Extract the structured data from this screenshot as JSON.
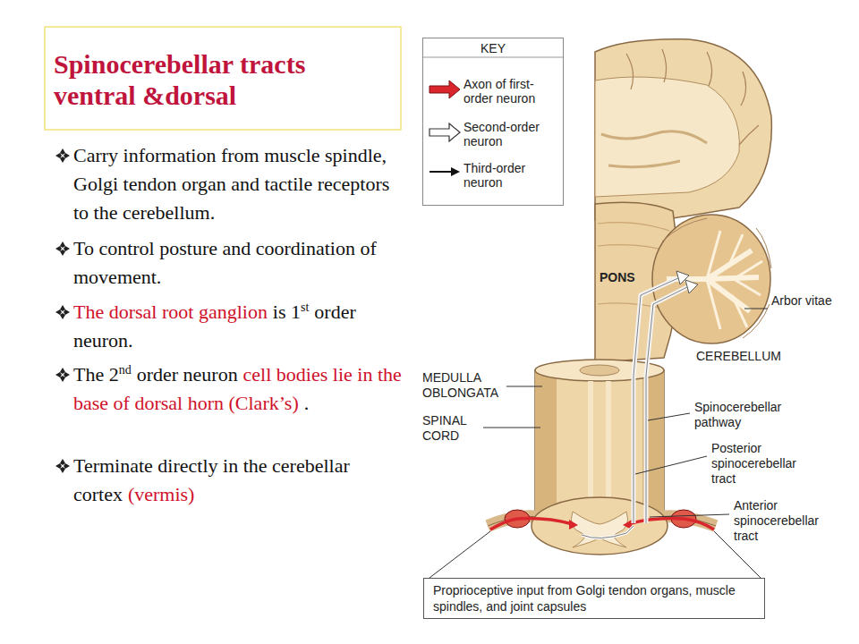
{
  "diagram": {
    "title": "Spinocerebellar tracts ventral &dorsal",
    "nodes": [
      {
        "text": [
          "KEY"
        ]
      },
      {
        "text": [
          "Proprioceptive input from Golgi tendon organs, muscle spindles, and joint capsules"
        ]
      }
    ],
    "labels": [
      "Carry information from muscle spindle, Golgi tendon organ and tactile receptors to the cerebellum.",
      "To control posture and coordination of movement.",
      "The dorsal root ganglion",
      "is 1",
      "st",
      "order neuron.",
      "The 2",
      "nd",
      "order neuron",
      "cell bodies lie in the base of dorsal horn (Clark’s)",
      ".",
      "Terminate directly in the cerebellar cortex",
      "(vermis)",
      "PONS",
      "Arbor vitae",
      "CEREBELLUM",
      "MEDULLA OBLONGATA",
      "SPINAL CORD",
      "Spinocerebellar pathway",
      "Posterior spinocerebellar tract",
      "Anterior spinocerebellar tract"
    ],
    "legend": [
      {
        "text": "Axon of first-order neuron"
      },
      {
        "text": "Second-order neuron"
      },
      {
        "text": "Third-order neuron"
      }
    ]
  }
}
